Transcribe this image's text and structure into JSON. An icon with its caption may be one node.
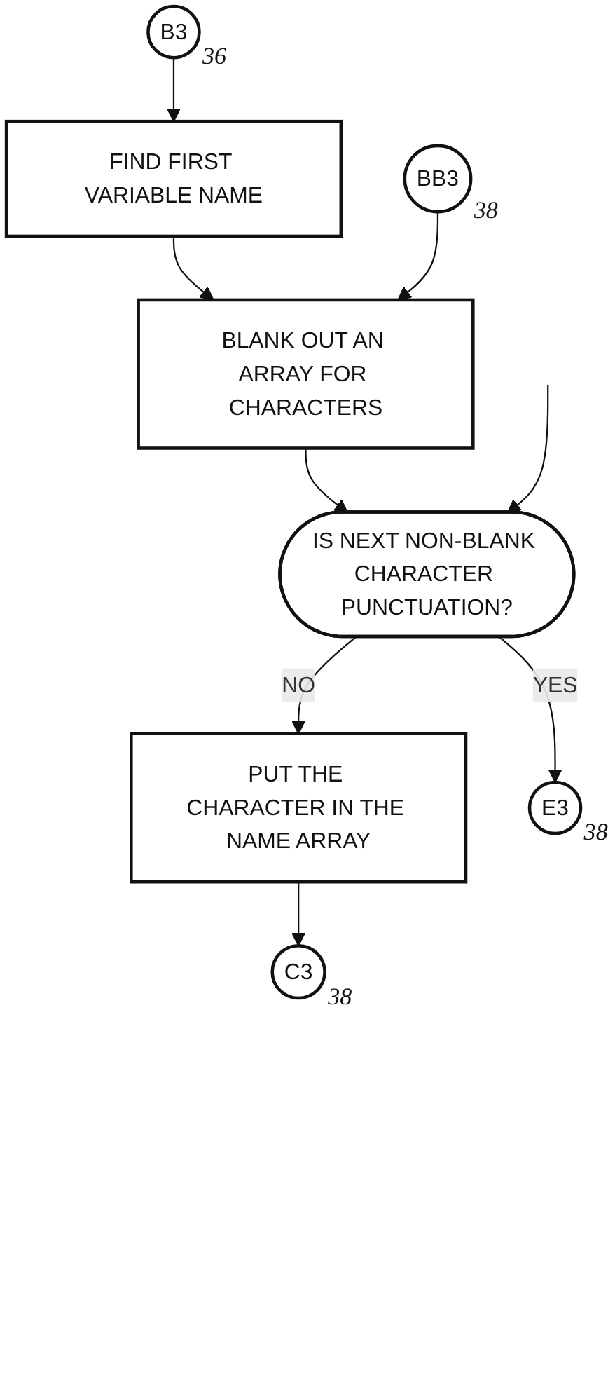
{
  "diagram": {
    "nodes": [
      {
        "text": [
          "B3"
        ],
        "beside": [
          "36"
        ]
      },
      {
        "text": [
          "FIND FIRST VARIABLE NAME"
        ]
      },
      {
        "text": [
          "BB3"
        ],
        "beside": [
          "38"
        ]
      },
      {
        "text": [
          "BLANK OUT AN ARRAY FOR CHARACTERS"
        ]
      },
      {
        "text": [
          "IS NEXT NON-BLANK CHARACTER PUNCTUATION?"
        ]
      },
      {
        "text": [
          "PUT THE CHARACTER IN THE NAME ARRAY"
        ]
      },
      {
        "text": [
          "E3"
        ],
        "beside": [
          "38"
        ]
      },
      {
        "text": [
          "C3"
        ],
        "beside": [
          "38"
        ]
      }
    ],
    "edges": [
      {
        "from": 0,
        "to": 1,
        "arrow": "to"
      },
      {
        "from": 1,
        "to": 3,
        "arrow": "to"
      },
      {
        "from": 2,
        "to": 3,
        "arrow": "to"
      },
      {
        "from": 3,
        "to": 4,
        "arrow": "to"
      },
      {
        "from": null,
        "to": 4,
        "arrow": "to"
      },
      {
        "from": 4,
        "to": 6,
        "arrow": "to",
        "label": "YES"
      },
      {
        "from": 4,
        "to": 5,
        "arrow": "to",
        "label": "NO"
      },
      {
        "from": 5,
        "to": 7,
        "arrow": "to"
      }
    ]
  }
}
